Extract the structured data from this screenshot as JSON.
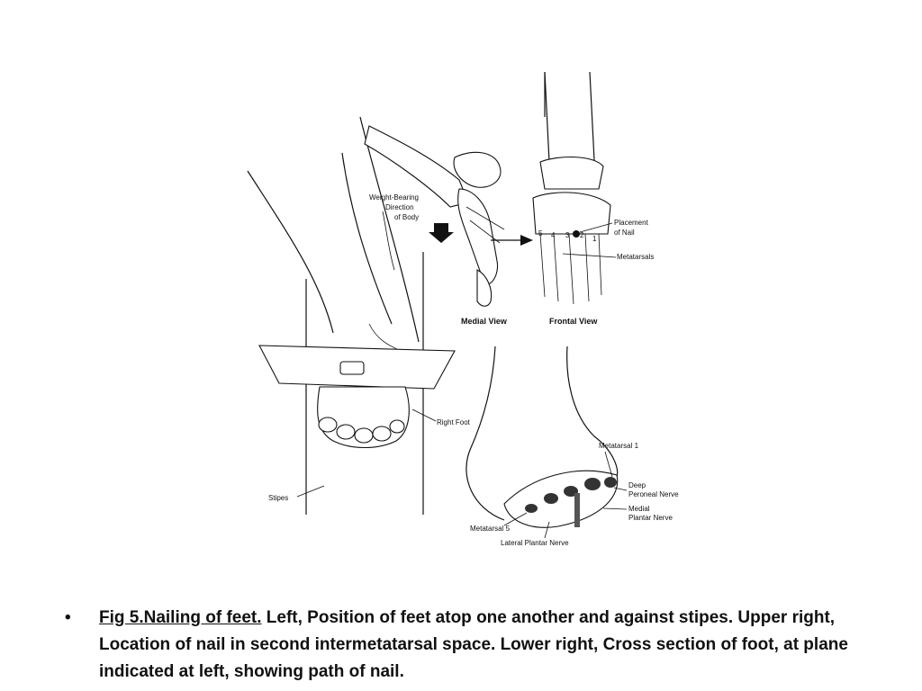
{
  "figure": {
    "labels": {
      "weight_bearing_1": "Weight-Bearing",
      "weight_bearing_2": "Direction",
      "weight_bearing_3": "of Body",
      "placement_1": "Placement",
      "placement_2": "of Nail",
      "metatarsals": "Metatarsals",
      "medial_view": "Medial View",
      "frontal_view": "Frontal View",
      "right_foot": "Right Foot",
      "stipes": "Stipes",
      "metatarsal_1": "Metatarsal 1",
      "deep_peroneal_1": "Deep",
      "deep_peroneal_2": "Peroneal Nerve",
      "medial_plantar_1": "Medial",
      "medial_plantar_2": "Plantar Nerve",
      "metatarsal_5": "Metatarsal 5",
      "lateral_plantar": "Lateral Plantar Nerve",
      "num_5": "5",
      "num_4": "4",
      "num_3": "3",
      "num_2": "2",
      "num_1": "1"
    }
  },
  "caption": {
    "bullet": "•",
    "title": "Fig 5.Nailing of feet.",
    "body": " Left, Position of feet atop one another and against stipes. Upper right, Location of nail in second intermetatarsal space. Lower right, Cross section of foot, at plane indicated at left, showing path of nail."
  }
}
